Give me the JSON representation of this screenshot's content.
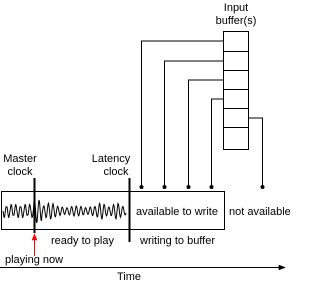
{
  "labels": {
    "input_buffers_line1": "Input",
    "input_buffers_line2": "buffer(s)",
    "master_clock_line1": "Master",
    "master_clock_line2": "clock",
    "latency_clock_line1": "Latency",
    "latency_clock_line2": "clock",
    "available_to_write": "available to write",
    "not_available": "not available",
    "ready_to_play": "ready to play",
    "writing_to_buffer": "writing to buffer",
    "playing_now": "playing now",
    "time": "Time"
  },
  "colors": {
    "line": "#000000",
    "marker": "#ff0000"
  },
  "buffer_block_count": 6
}
